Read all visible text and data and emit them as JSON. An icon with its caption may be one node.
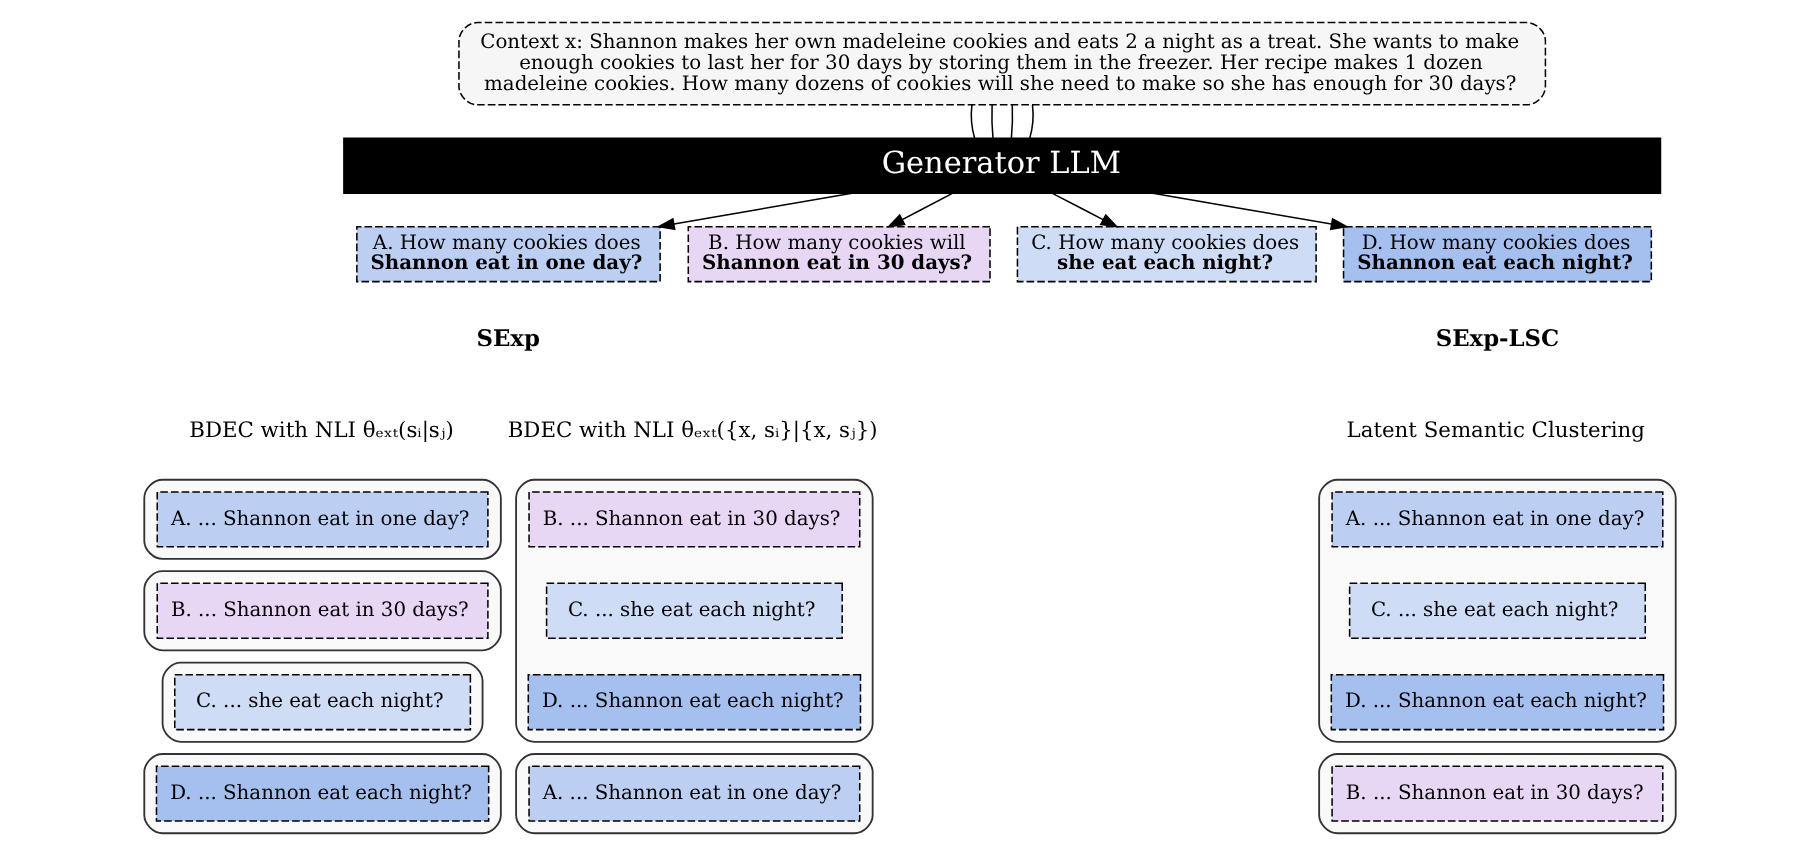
{
  "diagram": {
    "nodes": [
      {
        "text": [
          "Context x: Shannon makes her own madeleine cookies and eats 2 a night as a treat. She wants to make enough cookies to last her for 30 days by storing them in the freezer. Her recipe makes 1 dozen madeleine cookies. How many dozens of cookies will she need to make so she has enough for 30 days?"
        ]
      },
      {
        "text": [
          "Generator LLM"
        ]
      },
      {
        "text": [
          "A. How many cookies does",
          "Shannon eat in one day?"
        ]
      },
      {
        "text": [
          "B. How many cookies will",
          "Shannon eat in 30 days?"
        ]
      },
      {
        "text": [
          "C. How many cookies does",
          "she eat each night?"
        ]
      },
      {
        "text": [
          "D. How many cookies does",
          "Shannon eat each night?"
        ]
      },
      {
        "text": [],
        "shape": "box"
      },
      {
        "text": [
          "A. ... Shannon eat in one day?"
        ],
        "in": 6
      },
      {
        "text": [],
        "shape": "box"
      },
      {
        "text": [
          "B. ... Shannon eat in 30 days?"
        ],
        "in": 8
      },
      {
        "text": [],
        "shape": "box"
      },
      {
        "text": [
          "C. ... she eat each night?"
        ],
        "in": 10
      },
      {
        "text": [],
        "shape": "box"
      },
      {
        "text": [
          "D. ... Shannon eat each night?"
        ],
        "in": 12
      },
      {
        "text": [],
        "shape": "box"
      },
      {
        "text": [
          "B. ... Shannon eat in 30 days?"
        ],
        "in": 14
      },
      {
        "text": [
          "C. ... she eat each night?"
        ],
        "in": 14
      },
      {
        "text": [
          "D. ... Shannon eat each night?"
        ],
        "in": 14
      },
      {
        "text": [],
        "shape": "box"
      },
      {
        "text": [
          "A. ... Shannon eat in one day?"
        ],
        "in": 18
      },
      {
        "text": [],
        "shape": "box"
      },
      {
        "text": [
          "A. ... Shannon eat in one day?"
        ],
        "in": 20
      },
      {
        "text": [
          "C. ... she eat each night?"
        ],
        "in": 20
      },
      {
        "text": [
          "D. ... Shannon eat each night?"
        ],
        "in": 20
      },
      {
        "text": [],
        "shape": "box"
      },
      {
        "text": [
          "B. ... Shannon eat in 30 days?"
        ],
        "in": 24
      }
    ],
    "edges": [
      {
        "from": 0,
        "to": 1,
        "arrow": "none"
      },
      {
        "from": 0,
        "to": 1,
        "arrow": "none"
      },
      {
        "from": 0,
        "to": 1,
        "arrow": "none"
      },
      {
        "from": 0,
        "to": 1,
        "arrow": "none"
      },
      {
        "from": 1,
        "to": 2,
        "arrow": "to"
      },
      {
        "from": 1,
        "to": 3,
        "arrow": "to"
      },
      {
        "from": 1,
        "to": 4,
        "arrow": "to"
      },
      {
        "from": 1,
        "to": 5,
        "arrow": "to"
      }
    ],
    "labels": [
      "SExp",
      "BDEC with NLI θₑₓₜ(sᵢ|sⱼ)",
      "BDEC with NLI θₑₓₜ({x, sᵢ}|{x, sⱼ})",
      "SExp-LSC",
      "Latent Semantic Clustering"
    ]
  }
}
